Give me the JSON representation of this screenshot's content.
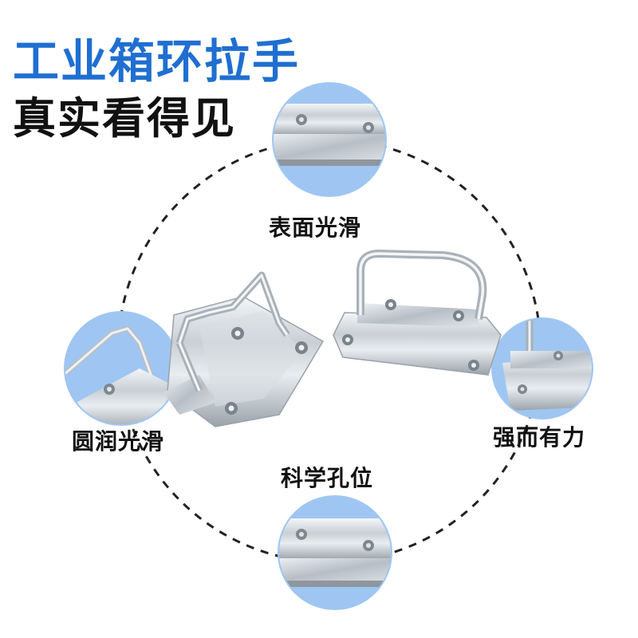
{
  "headline": {
    "main": "工业箱环拉手",
    "sub": "真实看得见"
  },
  "features": {
    "top": "表面光滑",
    "left": "圆润光滑",
    "right": "强而有力",
    "bottom": "科学孔位"
  },
  "colors": {
    "accent_blue": "#1f6fd1",
    "circle_blue": "#9fc6f2",
    "dashed_ring": "#222222"
  }
}
